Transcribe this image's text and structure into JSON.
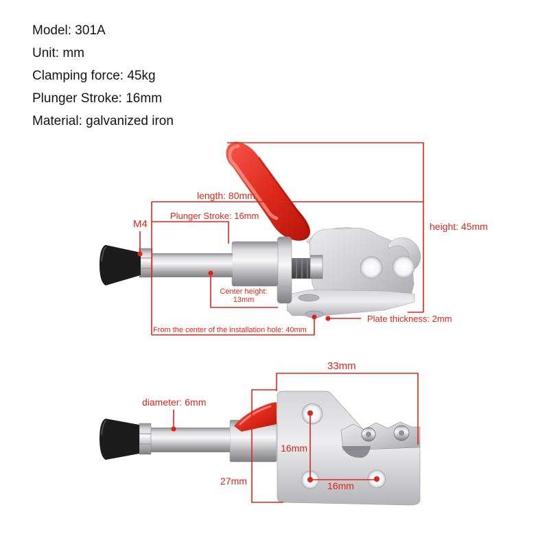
{
  "product_info": {
    "lines": [
      "Model: 301A",
      "Unit: mm",
      "Clamping force: 45kg",
      "Plunger Stroke: 16mm",
      "Material: galvanized iron"
    ]
  },
  "colors": {
    "annotation_red": "#e02318",
    "handle_red": "#e02a1e",
    "info_text": "#131313",
    "background": "#ffffff",
    "metal_light": "#f2f2f4",
    "metal_dark": "#86868a",
    "rubber_black": "#1c1c1c"
  },
  "side_view": {
    "title": "toggle clamp side view",
    "labels": {
      "length": "length: 80mm",
      "plunger_stroke": "Plunger Stroke: 16mm",
      "thread_size": "M4",
      "height": "height: 45mm",
      "center_height_line1": "Center height:",
      "center_height_line2": "13mm",
      "installation_hole": "From the center of the installation hole: 40mm",
      "plate_thickness": "Plate thickness: 2mm"
    }
  },
  "bottom_view": {
    "title": "toggle clamp bottom view",
    "labels": {
      "base_width": "33mm",
      "rod_diameter": "diameter: 6mm",
      "hole_spacing_vertical": "16mm",
      "hole_spacing_horizontal": "16mm",
      "base_depth": "27mm"
    }
  }
}
